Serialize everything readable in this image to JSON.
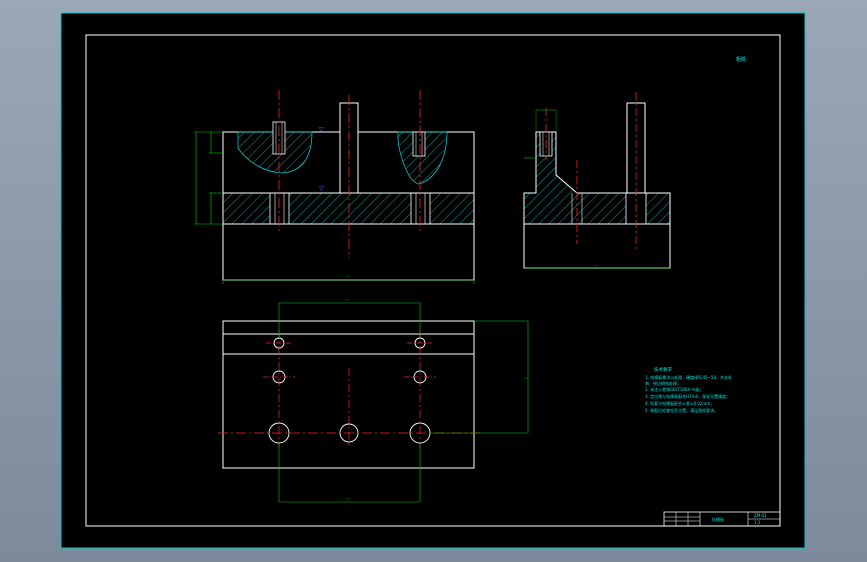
{
  "colors": {
    "background": "#000000",
    "outline": "#ffffff",
    "dimension": "#00d000",
    "centerline": "#ff2020",
    "hatch": "#00c8c8",
    "annotation": "#00e5e5",
    "weld": "#3a6fff"
  },
  "drawing": {
    "corner_mark": "粗糙",
    "roughness_mark": "▽",
    "dimensions": {
      "front_width": "—",
      "side_width": "—",
      "top_pitch_upper": "—",
      "top_pitch_lower": "—",
      "top_height": "—"
    },
    "tech_notes": {
      "title": "技术要求",
      "lines": [
        "1. 钻模板需淬火处理，硬度HRC45~50，并去毛",
        "   刺、锐边倒钝处理；",
        "2. 未注公差按GB/T1804-m级；",
        "3. 定位销与钻模板配合H7/n6，保证位置精度；",
        "4. 钻套与钻模板配合公差±0.02mm；",
        "5. 装配后检查钻孔位置，满足图纸要求。"
      ]
    },
    "title_block": {
      "name": "钻模板",
      "drawing_no": "ZM-01",
      "scale": "1:1"
    }
  }
}
